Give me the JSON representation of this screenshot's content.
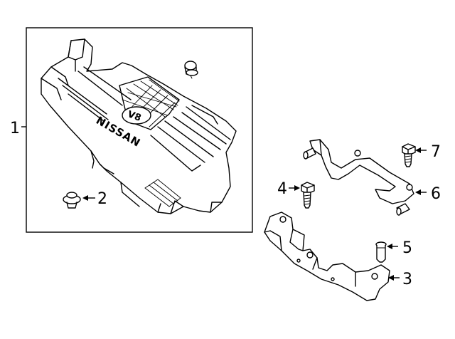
{
  "diagram": {
    "logo_text": "NISSAN",
    "emblem_text": "V8",
    "callouts": [
      {
        "id": "1",
        "label": "1",
        "part": "engine-cover"
      },
      {
        "id": "2",
        "label": "2",
        "part": "grommet"
      },
      {
        "id": "3",
        "label": "3",
        "part": "lower-bracket"
      },
      {
        "id": "4",
        "label": "4",
        "part": "bolt"
      },
      {
        "id": "5",
        "label": "5",
        "part": "pin"
      },
      {
        "id": "6",
        "label": "6",
        "part": "upper-bracket"
      },
      {
        "id": "7",
        "label": "7",
        "part": "bolt"
      }
    ]
  }
}
